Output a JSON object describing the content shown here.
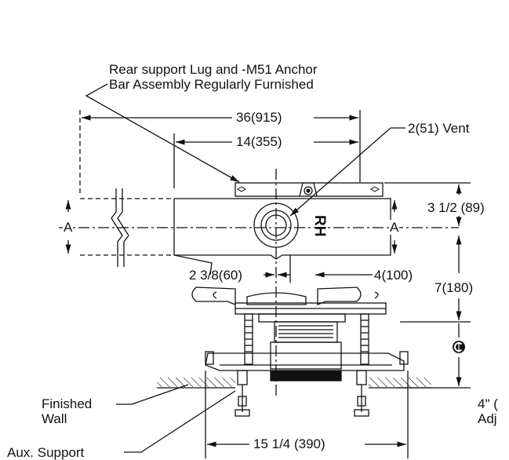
{
  "callouts": {
    "rear_support_line1": "Rear support Lug and -M51 Anchor",
    "rear_support_line2": "Bar Assembly Regularly Furnished",
    "vent": "2(51) Vent",
    "rh_mark": "RH",
    "section_a_left": "A",
    "section_a_right": "A",
    "finished_wall_line1": "Finished",
    "finished_wall_line2": "Wall",
    "aux_support": "Aux. Support",
    "adjust_line1": "4\" (",
    "adjust_line2": "Adj"
  },
  "dimensions": {
    "overall_width": "36(915)",
    "inner_width": "14(355)",
    "height_top": "3 1/2 (89)",
    "height_total": "7(180)",
    "offset_left": "2 3/8(60)",
    "offset_right": "4(100)",
    "bolt_spacing": "15 1/4 (390)"
  },
  "symbols": {
    "centerline": "centerline-icon"
  }
}
